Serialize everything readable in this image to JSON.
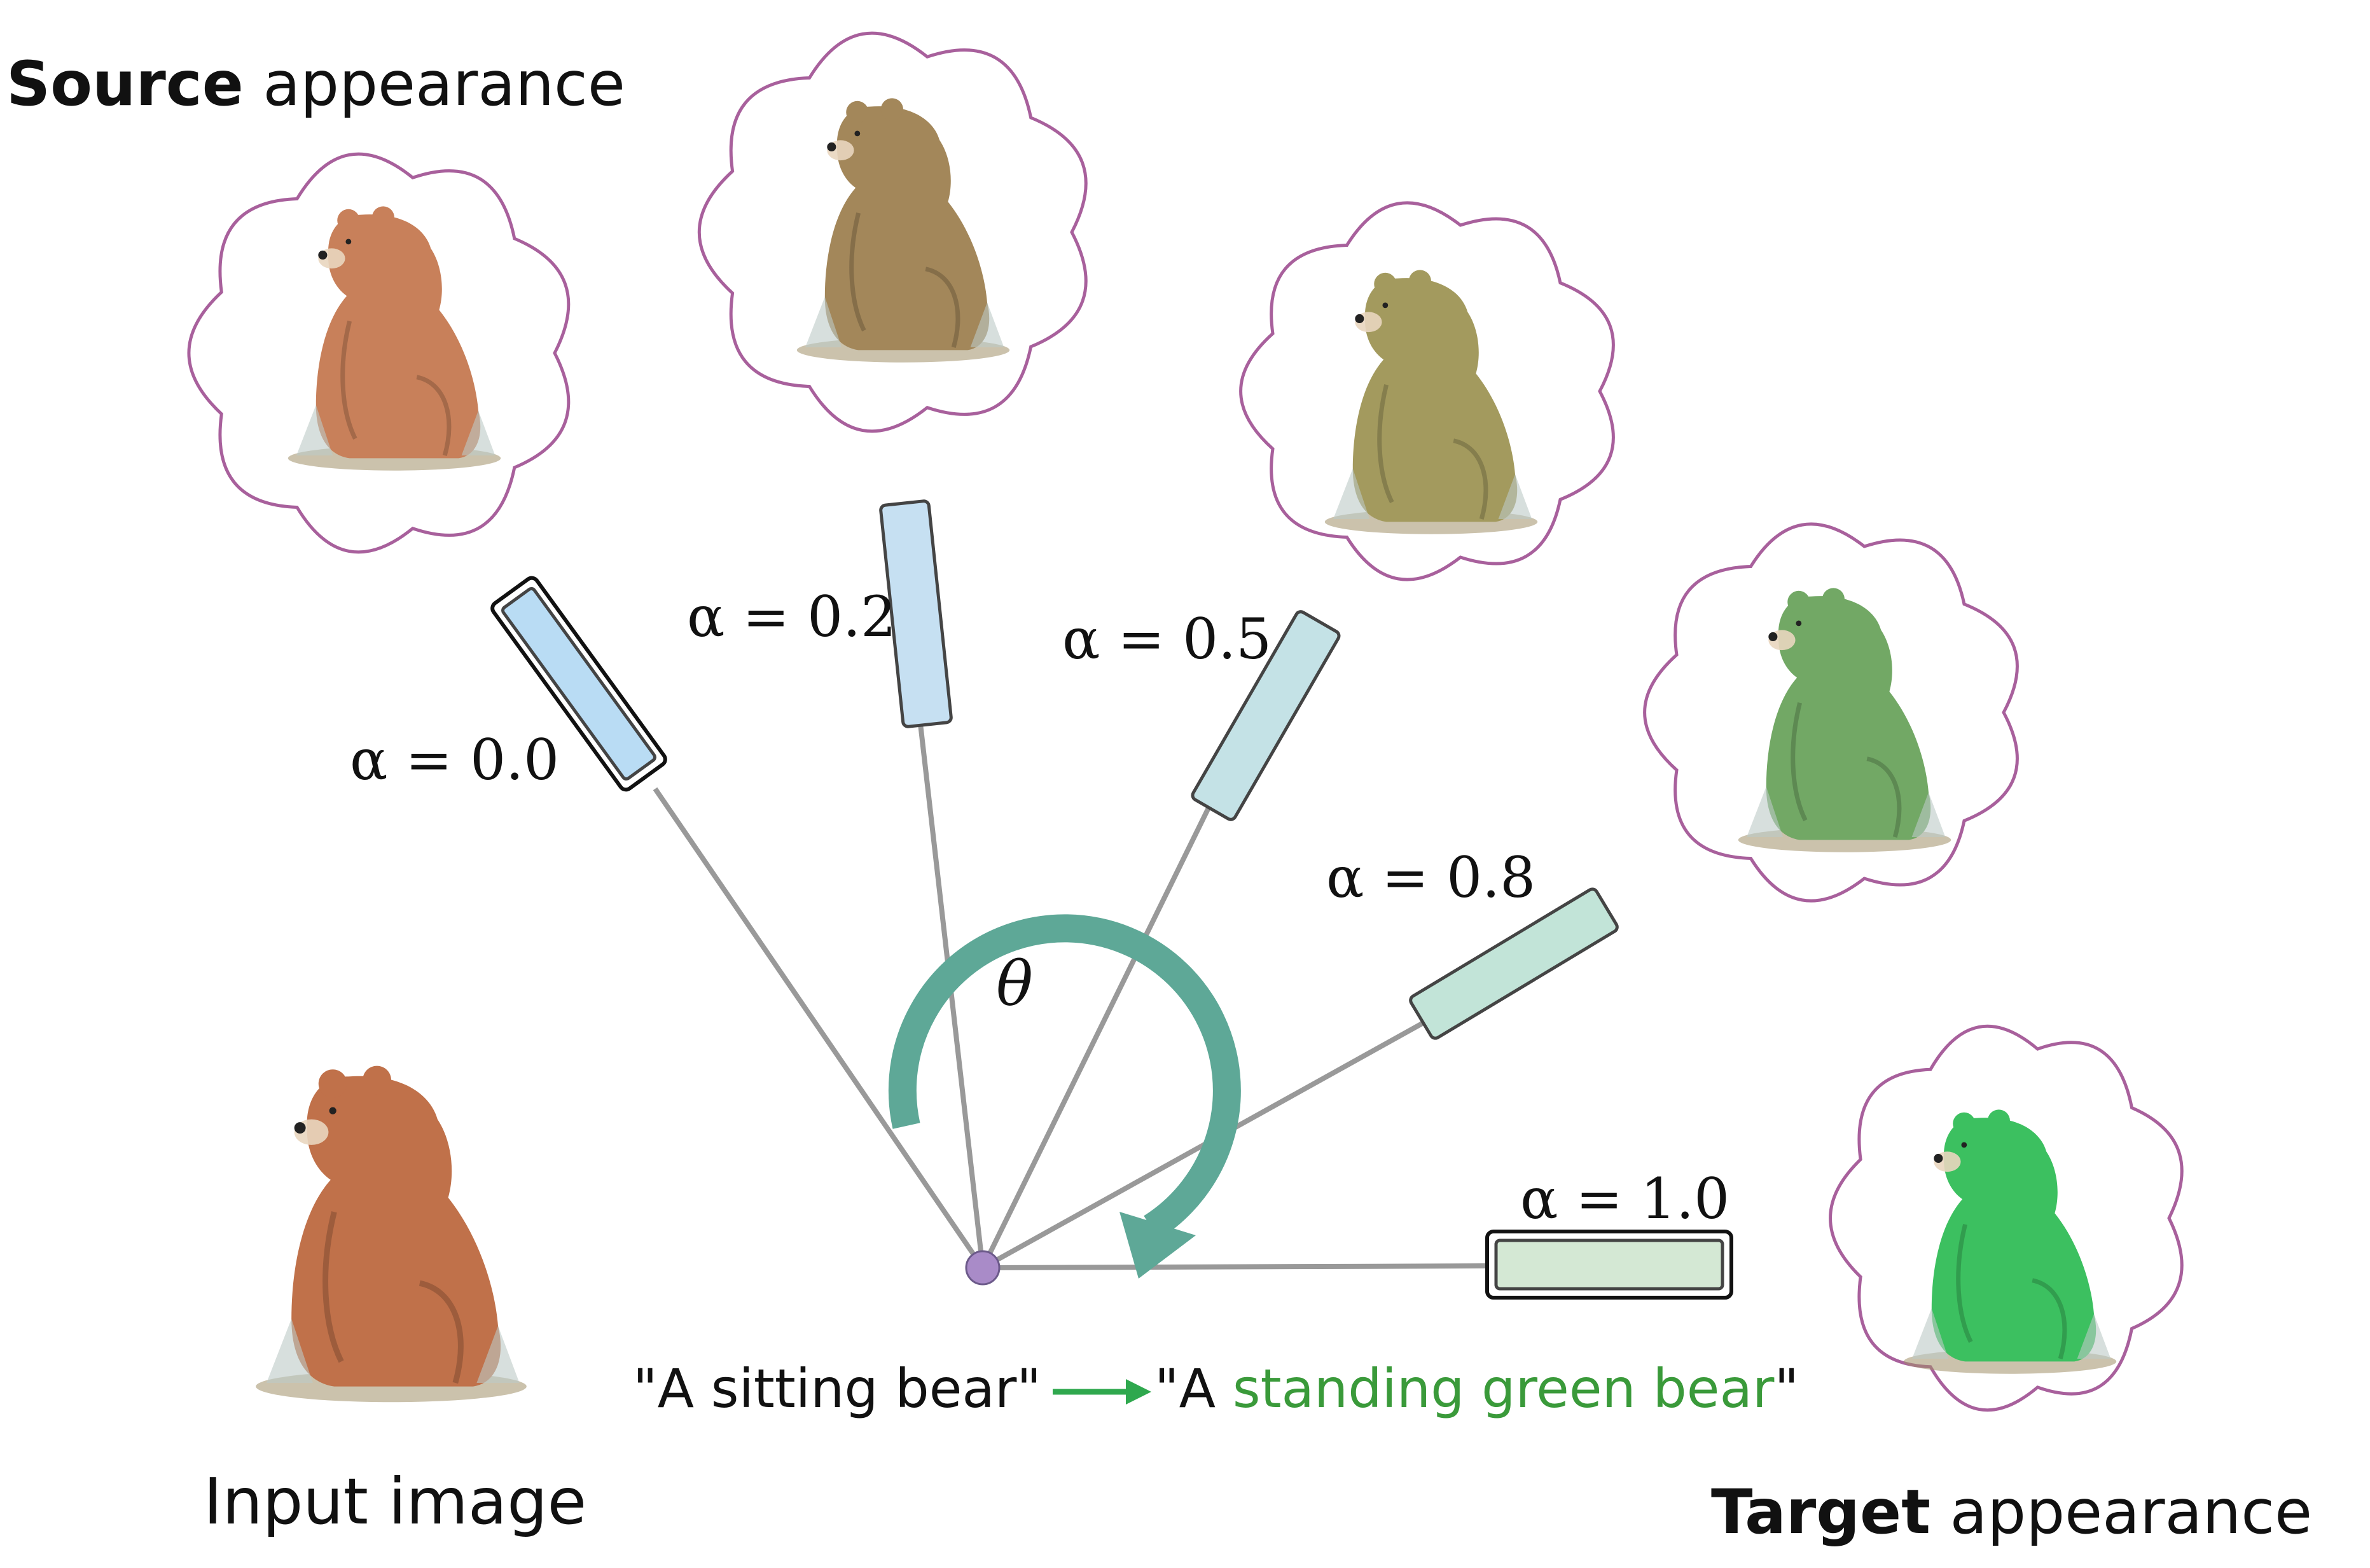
{
  "labels": {
    "source_bold": "Source",
    "source_rest": " appearance",
    "input": "Input image",
    "target_bold": "Target",
    "target_rest": " appearance",
    "theta": "θ"
  },
  "prompt": {
    "source": "\"A sitting bear\"",
    "target_open": "\"A ",
    "target_green": "standing green bear",
    "target_close": "\""
  },
  "alphas": [
    {
      "label": "α = 0.0",
      "color": "#b9dcf4"
    },
    {
      "label": "α = 0.2",
      "color": "#c6e0f2"
    },
    {
      "label": "α = 0.5",
      "color": "#c4e2e6"
    },
    {
      "label": "α = 0.8",
      "color": "#c2e4d8"
    },
    {
      "label": "α = 1.0",
      "color": "#d4e8d4"
    }
  ],
  "bears": [
    {
      "name": "source-bear",
      "fill": "#c8805a"
    },
    {
      "name": "alpha-0.2-bear",
      "fill": "#a3875a"
    },
    {
      "name": "alpha-0.5-bear",
      "fill": "#a39a5e"
    },
    {
      "name": "alpha-0.8-bear",
      "fill": "#72a865"
    },
    {
      "name": "target-bear",
      "fill": "#3cc060"
    },
    {
      "name": "input-bear",
      "fill": "#c0714a"
    }
  ],
  "colors": {
    "cloud_outline": "#a8609c",
    "arc": "#5ea897",
    "pivot": "#a98bc8",
    "green_text": "#3a9a3a",
    "arrow": "#2fa84e"
  }
}
